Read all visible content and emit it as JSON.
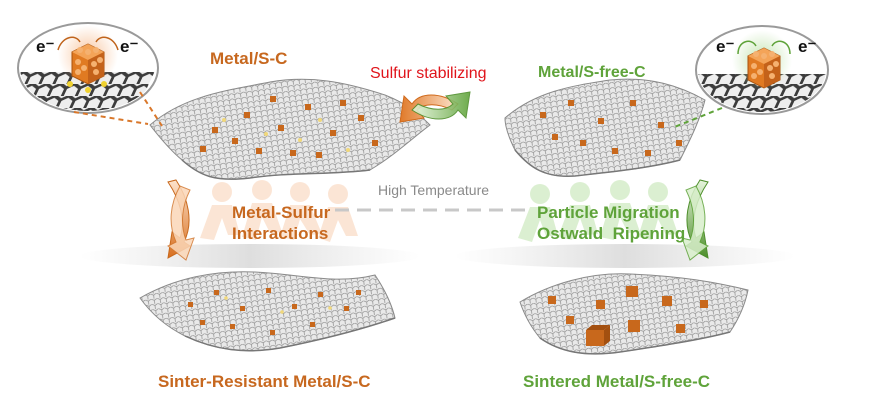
{
  "colors": {
    "orange": "#c7681f",
    "green": "#5fa33a",
    "red": "#e0141b",
    "gray": "#8a8a8a",
    "sheet": "#9a9a9a"
  },
  "labels": {
    "metal_s_c": "Metal/S-C",
    "metal_s_free_c": "Metal/S-free-C",
    "sulfur_stabilizing": "Sulfur stabilizing",
    "high_temperature": "High Temperature",
    "metal_sulfur_line1": "Metal-Sulfur",
    "metal_sulfur_line2": "Interactions",
    "migration_line1": "Particle Migration",
    "migration_line2": "Ostwald  Ripening",
    "sinter_resistant": "Sinter-Resistant Metal/S-C",
    "sintered": "Sintered Metal/S-free-C",
    "electron_left_a": "e⁻",
    "electron_left_b": "e⁻",
    "electron_right_a": "e⁻",
    "electron_right_b": "e⁻"
  },
  "icons": [
    "graphene-sheet",
    "metal-cluster",
    "curved-arrow",
    "running-figures"
  ]
}
